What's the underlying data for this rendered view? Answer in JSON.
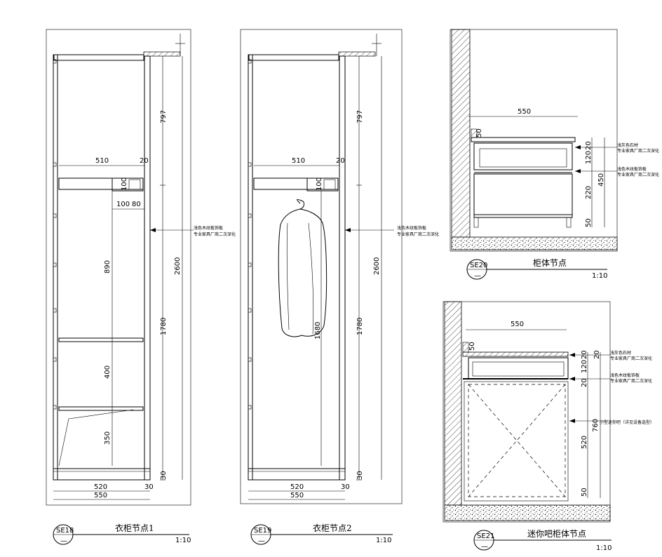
{
  "wardrobe1": {
    "dims": {
      "top": "797",
      "width510": "510",
      "thk20": "20",
      "h100": "100",
      "d100": "100",
      "d80": "80",
      "h890": "890",
      "total": "2600",
      "h1780": "1780",
      "h400": "400",
      "h350": "350",
      "w520": "520",
      "w30": "30",
      "w550": "550",
      "base30": "30"
    },
    "note_line1": "浅色木纹板饰板",
    "note_line2": "专业家具厂商二次深化",
    "tag": {
      "code": "SE18",
      "sub": "—"
    },
    "title": "衣柜节点1",
    "scale": "1:10"
  },
  "wardrobe2": {
    "dims": {
      "top": "797",
      "width510": "510",
      "thk20": "20",
      "h100": "100",
      "h1680": "1680",
      "total": "2600",
      "h1780": "1780",
      "w520": "520",
      "w30": "30",
      "w550": "550",
      "base30": "30"
    },
    "note_line1": "浅色木纹板饰板",
    "note_line2": "专业家具厂商二次深化",
    "tag": {
      "code": "SE19",
      "sub": "—"
    },
    "title": "衣柜节点2",
    "scale": "1:10"
  },
  "cabinet": {
    "dims": {
      "w550": "550",
      "h50t": "50",
      "h20": "20",
      "h120": "120",
      "h450": "450",
      "h220": "220",
      "h50b": "50"
    },
    "note1_line1": "浅灰色石材",
    "note1_line2": "专业家具厂商二次深化",
    "note2_line1": "浅色木纹板饰板",
    "note2_line2": "专业家具厂商二次深化",
    "tag": {
      "code": "SE20",
      "sub": "—"
    },
    "title": "柜体节点",
    "scale": "1:10"
  },
  "minibar": {
    "dims": {
      "w550": "550",
      "h50t": "50",
      "h20a": "20",
      "h20b": "20",
      "h120": "120",
      "h20c": "20",
      "h520": "520",
      "h760": "760",
      "h50b": "50"
    },
    "note1_line1": "浅灰色石材",
    "note1_line2": "专业家具厂商二次深化",
    "note2_line1": "浅色木纹板饰板",
    "note2_line2": "专业家具厂商二次深化",
    "note3": "小型迷你吧（详见设备选型）",
    "tag": {
      "code": "SE21",
      "sub": "—"
    },
    "title": "迷你吧柜体节点",
    "scale": "1:10"
  },
  "colors": {
    "line": "#000000",
    "background": "#ffffff"
  }
}
